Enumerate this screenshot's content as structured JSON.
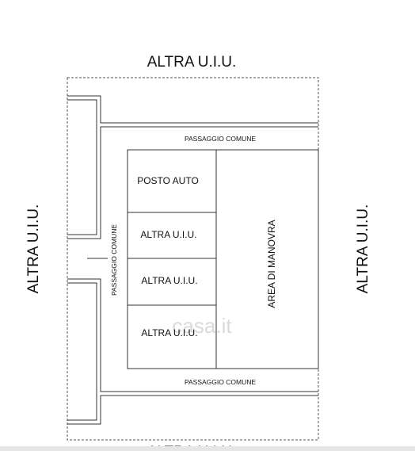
{
  "labels": {
    "top_unit": "ALTRA U.I.U.",
    "left_unit": "ALTRA U.I.U.",
    "right_unit": "ALTRA U.I.U.",
    "bottom_unit": "ALTRA U.I.U.",
    "passage_top": "PASSAGGIO COMUNE",
    "passage_bottom": "PASSAGGIO COMUNE",
    "passage_vertical": "PASSAGGIO COMUNE",
    "parking": "POSTO AUTO",
    "unit_1": "ALTRA U.I.U.",
    "unit_2": "ALTRA U.I.U.",
    "unit_3": "ALTRA U.I.U.",
    "maneuver_area": "AREA DI MANOVRA",
    "watermark": "casa.it"
  }
}
